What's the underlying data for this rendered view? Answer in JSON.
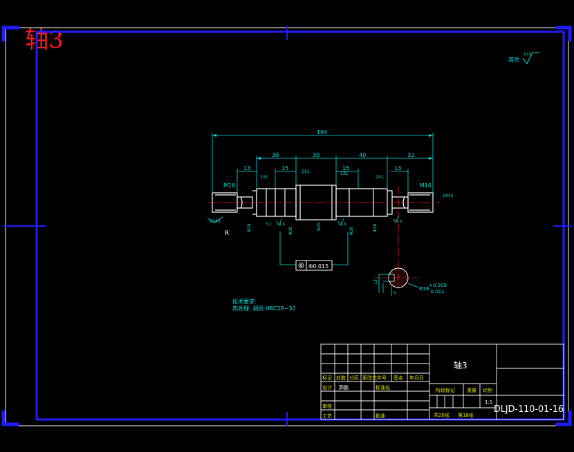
{
  "sheet": {
    "corner_title": "轴3",
    "colors": {
      "border_blue": "#1e1eff",
      "cyan": "#00e5e5",
      "white": "#ffffff",
      "red": "#ff2020",
      "yellow": "#e6e600"
    }
  },
  "roughness_note": {
    "label": "其余",
    "value": "12.5"
  },
  "dimensions": {
    "overall": "164",
    "seg_30a": "30",
    "seg_30b": "30",
    "seg_40": "40",
    "seg_32": "32",
    "left_13": "13",
    "left_15": "15",
    "right_15": "15",
    "right_13": "13",
    "chamfer_left": "2X1",
    "chamfer_mid_left": "2X1",
    "chamfer_mid_right": "2X1",
    "chamfer_right": "2X1",
    "thread_left": "M16",
    "thread_right": "M16",
    "end_chamfer_left": "2X45",
    "end_chamfer_right": "2X45",
    "radius": "R",
    "dia_a": "Φ18",
    "dia_b": "Φ20",
    "dia_c": "Φ25",
    "dia_d": "Φ20",
    "dia_e": "Φ18",
    "rough_1": "1.6",
    "rough_2": "1.6",
    "rough_3": "1.6",
    "rough_4": "3.2",
    "tolerance_frame": "Φ0.015",
    "section_dia": "Φ16",
    "section_tol_upper": "+0.000",
    "section_tol_lower": "-0.011",
    "key_depth": "13",
    "key_width": "5"
  },
  "tech_notes": {
    "heading": "技术要求:",
    "line1": "热处理: 调质 HRC28~32"
  },
  "title_block": {
    "part_name": "轴3",
    "h_mark": "标记",
    "h_count": "处数",
    "h_zone": "分区",
    "h_doc": "更改文件号",
    "h_sign": "签名",
    "h_date": "年月日",
    "design": "设计",
    "designer": "郭鹏",
    "standard": "标准化",
    "stage_mark": "阶段标记",
    "weight": "重量",
    "scale": "比例",
    "scale_value": "1:1",
    "review": "审核",
    "process": "工艺",
    "approve": "批准",
    "sheets_total": "共26张",
    "sheet_no": "第18张",
    "drawing_no": "DLJD-110-01-16"
  }
}
